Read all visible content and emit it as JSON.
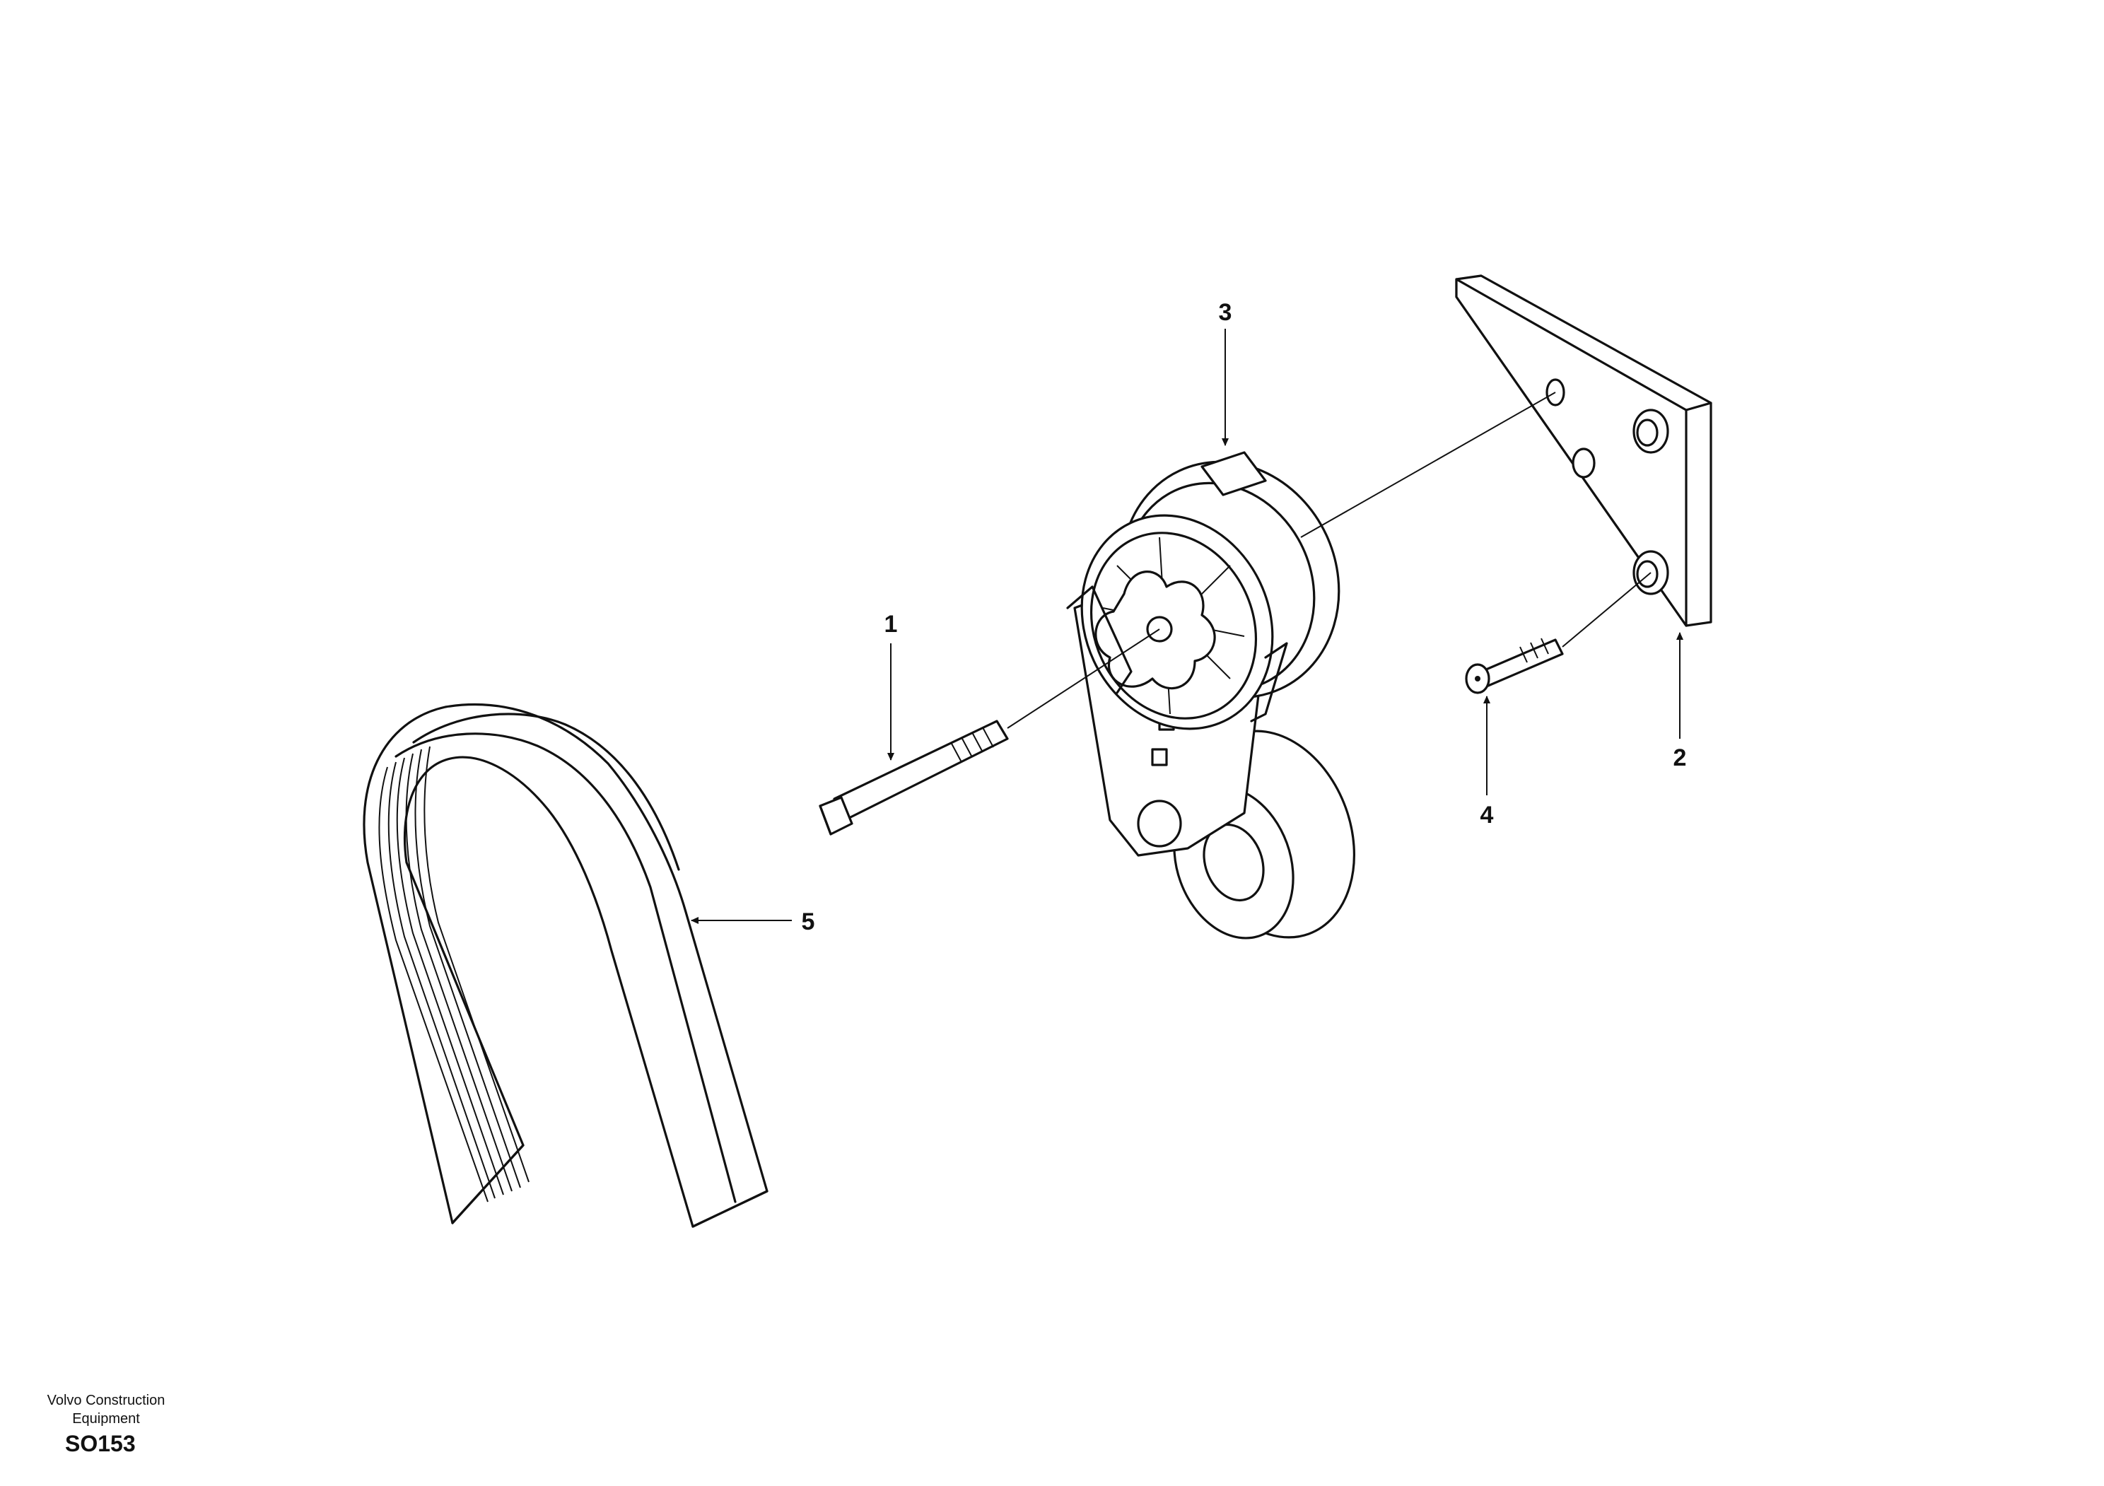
{
  "callouts": [
    "1",
    "2",
    "3",
    "4",
    "5"
  ],
  "footer": {
    "company_line1": "Volvo Construction",
    "company_line2": "Equipment",
    "drawing_code": "SO153"
  },
  "parts": [
    {
      "ref": "1",
      "icon": "bolt-icon"
    },
    {
      "ref": "2",
      "icon": "bracket-plate-icon"
    },
    {
      "ref": "3",
      "icon": "belt-tensioner-icon"
    },
    {
      "ref": "4",
      "icon": "countersunk-screw-icon"
    },
    {
      "ref": "5",
      "icon": "poly-v-belt-icon"
    }
  ]
}
